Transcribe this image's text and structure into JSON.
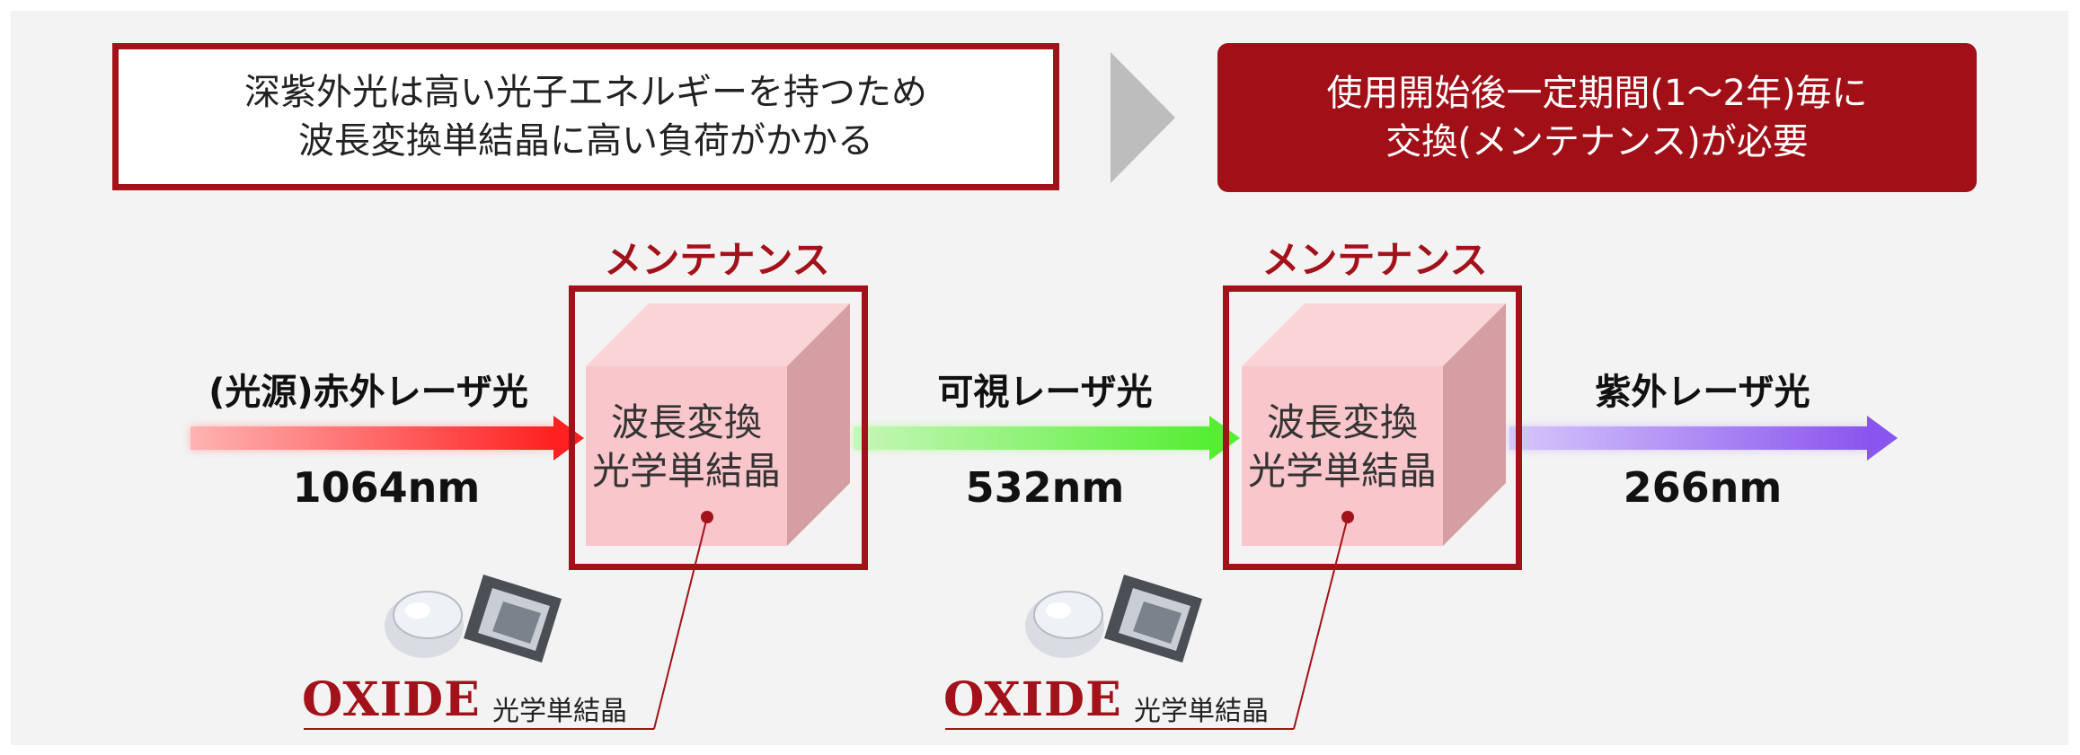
{
  "top": {
    "note_line1": "深紫外光は高い光子エネルギーを持つため",
    "note_line2": "波長変換単結晶に高い負荷がかかる",
    "result_line1": "使用開始後一定期間(1～2年)毎に",
    "result_line2": "交換(メンテナンス)が必要"
  },
  "maintenance_label": "メンテナンス",
  "beams": [
    {
      "label": "(光源)赤外レーザ光",
      "wavelength": "1064nm",
      "color": "#ff2020",
      "glow": "#ffb3b3"
    },
    {
      "label": "可視レーザ光",
      "wavelength": "532nm",
      "color": "#55ee33",
      "glow": "#c6f7b8"
    },
    {
      "label": "紫外レーザ光",
      "wavelength": "266nm",
      "color": "#8a55ee",
      "glow": "#d6c7fb"
    }
  ],
  "crystal": {
    "line1": "波長変換",
    "line2": "光学単結晶",
    "front_color": "#f8c6cb",
    "top_color": "#fbd4d8",
    "side_color": "#d49ea2"
  },
  "logo": {
    "name": "OXIDE",
    "subtitle": "光学単結晶"
  },
  "colors": {
    "accent": "#a3121a",
    "chevron": "#bdbdbd"
  }
}
